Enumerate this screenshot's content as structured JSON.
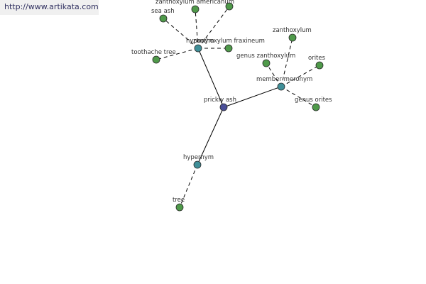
{
  "watermark": {
    "text": "http://www.artikata.com"
  },
  "colors": {
    "center": "#4a4f98",
    "relation": "#3f8f98",
    "leaf": "#4f9a4a",
    "edge": "#000000"
  },
  "nodes": {
    "prickly_ash": {
      "label": "prickly ash",
      "kind": "center"
    },
    "hyponym": {
      "label": "hyponym",
      "kind": "relation"
    },
    "member_meronym": {
      "label": "member meronym",
      "kind": "relation"
    },
    "hypernym": {
      "label": "hypernym",
      "kind": "relation"
    },
    "tree": {
      "label": "tree",
      "kind": "leaf"
    },
    "zanthoxylum_americanum": {
      "label": "zanthoxylum americanum",
      "kind": "leaf"
    },
    "zanthoxylum_fraxineum": {
      "label": "zanthoxylum fraxineum",
      "kind": "leaf"
    },
    "sea_ash": {
      "label": "sea ash",
      "kind": "leaf"
    },
    "toothache_tree": {
      "label": "toothache tree",
      "kind": "leaf"
    },
    "zanthoxylum_clipped": {
      "label": "",
      "kind": "leaf"
    },
    "zanthoxylum": {
      "label": "zanthoxylum",
      "kind": "leaf"
    },
    "genus_zanthoxylum": {
      "label": "genus zanthoxylum",
      "kind": "leaf"
    },
    "orites": {
      "label": "orites",
      "kind": "leaf"
    },
    "genus_orites": {
      "label": "genus orites",
      "kind": "leaf"
    }
  },
  "edges": [
    {
      "from": "prickly_ash",
      "to": "hyponym",
      "style": "solid"
    },
    {
      "from": "prickly_ash",
      "to": "member_meronym",
      "style": "solid"
    },
    {
      "from": "prickly_ash",
      "to": "hypernym",
      "style": "solid"
    },
    {
      "from": "hypernym",
      "to": "tree",
      "style": "dashed"
    },
    {
      "from": "hyponym",
      "to": "zanthoxylum_americanum",
      "style": "dashed"
    },
    {
      "from": "hyponym",
      "to": "zanthoxylum_fraxineum",
      "style": "dashed"
    },
    {
      "from": "hyponym",
      "to": "sea_ash",
      "style": "dashed"
    },
    {
      "from": "hyponym",
      "to": "toothache_tree",
      "style": "dashed"
    },
    {
      "from": "hyponym",
      "to": "zanthoxylum_clipped",
      "style": "dashed"
    },
    {
      "from": "member_meronym",
      "to": "zanthoxylum",
      "style": "dashed"
    },
    {
      "from": "member_meronym",
      "to": "genus_zanthoxylum",
      "style": "dashed"
    },
    {
      "from": "member_meronym",
      "to": "orites",
      "style": "dashed"
    },
    {
      "from": "member_meronym",
      "to": "genus_orites",
      "style": "dashed"
    }
  ]
}
